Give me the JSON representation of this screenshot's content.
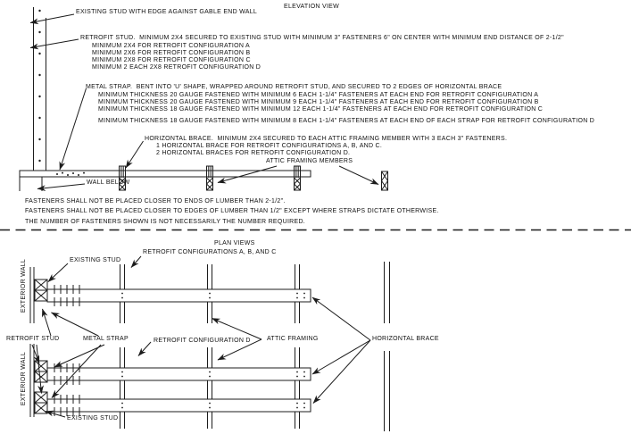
{
  "colors": {
    "line": "#1c1c1c",
    "text": "#101010",
    "background": "#ffffff"
  },
  "elevation": {
    "title": "ELEVATION VIEW",
    "existing_stud_note": "EXISTING STUD WITH EDGE AGAINST GABLE END WALL",
    "retrofit_stud": {
      "heading": "RETROFIT STUD.  MINIMUM 2X4 SECURED TO EXISTING STUD WITH MINIMUM 3\" FASTENERS 6\" ON CENTER WITH MINIMUM END DISTANCE OF 2-1/2\"",
      "lines": [
        "MINIMUM 2X4 FOR RETROFIT CONFIGURATION A",
        "MINIMUM 2X6 FOR RETROFIT CONFIGURATION B",
        "MINIMUM 2X8 FOR RETROFIT CONFIGURATION C",
        "MINIMUM 2 EACH 2X8 RETROFIT CONFIGURATION D"
      ]
    },
    "metal_strap": {
      "heading": "METAL STRAP.  BENT INTO 'U' SHAPE, WRAPPED AROUND RETROFIT STUD, AND SECURED TO 2 EDGES OF HORIZONTAL BRACE",
      "lines": [
        "MINIMUM THICKNESS 20 GAUGE FASTENED WITH MINIMUM 6 EACH 1-1/4\" FASTENERS AT EACH END FOR RETROFIT CONFIGURATION A",
        "MINIMUM THICKNESS 20 GAUGE FASTENED WITH MINIMUM 9 EACH 1-1/4\" FASTENERS AT EACH END FOR RETROFIT CONFIGURATION B",
        "MINIMUM THICKNESS 18 GAUGE FASTENED WITH MINIMUM 12 EACH 1-1/4\" FASTENERS AT EACH END FOR RETROFIT CONFIGURATION C"
      ],
      "line_d": "MINIMUM THICKNESS 18 GAUGE FASTENED WITH MINIMUM 8 EACH 1-1/4\" FASTENERS AT EACH END OF EACH STRAP FOR RETROFIT CONFIGURATION D"
    },
    "horizontal_brace": {
      "heading": "HORIZONTAL BRACE.  MINIMUM 2X4 SECURED TO EACH ATTIC FRAMING MEMBER WITH 3 EACH 3\" FASTENERS.",
      "lines": [
        "1 HORIZONTAL BRACE FOR RETROFIT CONFIGURATIONS A, B, AND C.",
        "2 HORIZONTAL BRACES FOR RETROFIT CONFIGURATION D."
      ]
    },
    "attic_framing_members_label": "ATTIC FRAMING MEMBERS",
    "wall_below_label": "WALL BELOW",
    "notes": [
      "FASTENERS SHALL NOT BE PLACED CLOSER TO ENDS OF LUMBER THAN 2-1/2\".",
      "FASTENERS SHALL NOT BE PLACED CLOSER TO EDGES OF LUMBER THAN 1/2\" EXCEPT WHERE STRAPS DICTATE OTHERWISE.",
      "THE NUMBER OF FASTENERS SHOWN IS NOT NECESSARILY THE NUMBER REQUIRED."
    ]
  },
  "plan": {
    "title": "PLAN VIEWS",
    "config_abc_label": "RETROFIT CONFIGURATIONS A, B, AND C",
    "config_d_label": "RETROFIT CONFIGURATION D",
    "exterior_wall_label": "EXTERIOR WALL",
    "existing_stud_label": "EXISTING STUD",
    "retrofit_stud_label": "RETROFIT STUD",
    "metal_strap_label": "METAL STRAP",
    "attic_framing_label": "ATTIC FRAMING",
    "horizontal_brace_label": "HORIZONTAL BRACE"
  }
}
